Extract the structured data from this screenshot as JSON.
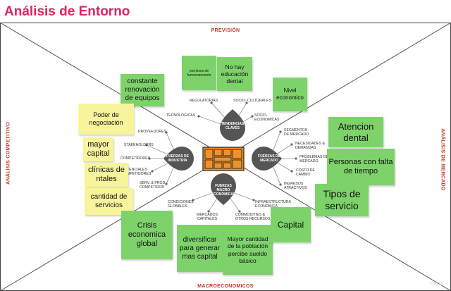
{
  "title": "Análisis de Entorno",
  "edges": {
    "top": "PREVISIÓN",
    "bottom": "MACROECONOMICOS",
    "left": "ANÁLISIS COMPETITIVO",
    "right": "ANÁLISIS DE MERCADO"
  },
  "hubs": {
    "tendencias": "TENDENCIAS CLAVES",
    "industria": "FUERZAS DE INDUSTRIA",
    "mercado": "FUERZAS DE MERCADO",
    "macro": "FUERZAS MACRO ECONÓMICAS"
  },
  "labels": {
    "regulatorias": "REGULATORIAS",
    "socio_culturales": "SOCIO- CULTURALES",
    "tecnologicas": "TECNOLÓGICAS",
    "socio_economicas_1": "SOCIO-",
    "socio_economicas_2": "ECONOMICAS",
    "proveedores": "PROVEEDORES",
    "stakeholders": "STAKEHOLDERS",
    "competidores": "COMPETIDORES",
    "competidores_pot_1": "TENCIALES",
    "competidores_pot_2": "MPETIDORES",
    "serv_prod_1": "SERV. & PROD",
    "serv_prod_2": "COMPETIDOR",
    "segmentos_1": "SEGMENTOS",
    "segmentos_2": "DE MERCADO",
    "necesidades_1": "NECESIDADES &",
    "necesidades_2": "DEMANDAS",
    "problemas_1": "PROBLEMAS DE",
    "problemas_2": "MERCADO",
    "costo_1": "COSTO DE",
    "costo_2": "CAMBIO",
    "ingresos_1": "INGRESOS",
    "ingresos_2": "ATRACTIVOS",
    "condiciones_1": "CONDICIONES",
    "condiciones_2": "GLOBALES",
    "mercados_cap_1": "MERCADOS",
    "mercados_cap_2": "CAPITALES",
    "infraestructura_1": "INFRAESTRUCTURA",
    "infraestructura_2": "ECONÓMICA",
    "commodities_1": "COMMODITIES &",
    "commodities_2": "OTROS RECURSOS"
  },
  "notes": {
    "constante": "constante renovación de equipos",
    "permisos": "permisos de funcionamiento",
    "no_hay": "No hay educación dental",
    "nivel": "Nivel economico",
    "poder": "Poder de negociación",
    "mayor_capital": "mayor capital",
    "clinicas": "clínicas de ntales",
    "cantidad": "cantidad de servicios",
    "atencion": "Atencion dental",
    "personas": "Personas con falta de tiempo",
    "tipos": "Tipos de servicio",
    "crisis": "Crisis economica global",
    "diversificar": "diversificar para generar mas capital",
    "mayor_cantidad": "Mayor cantidad de la población percibe sueldo básico",
    "capital": "Capital"
  },
  "colors": {
    "title": "#e0245e",
    "edge_text": "#c0392b",
    "hub": "#555555",
    "center": "#f0922b",
    "sticky_green": "#7dd36a",
    "sticky_yellow": "#f8f49c"
  },
  "watermark": "miro"
}
